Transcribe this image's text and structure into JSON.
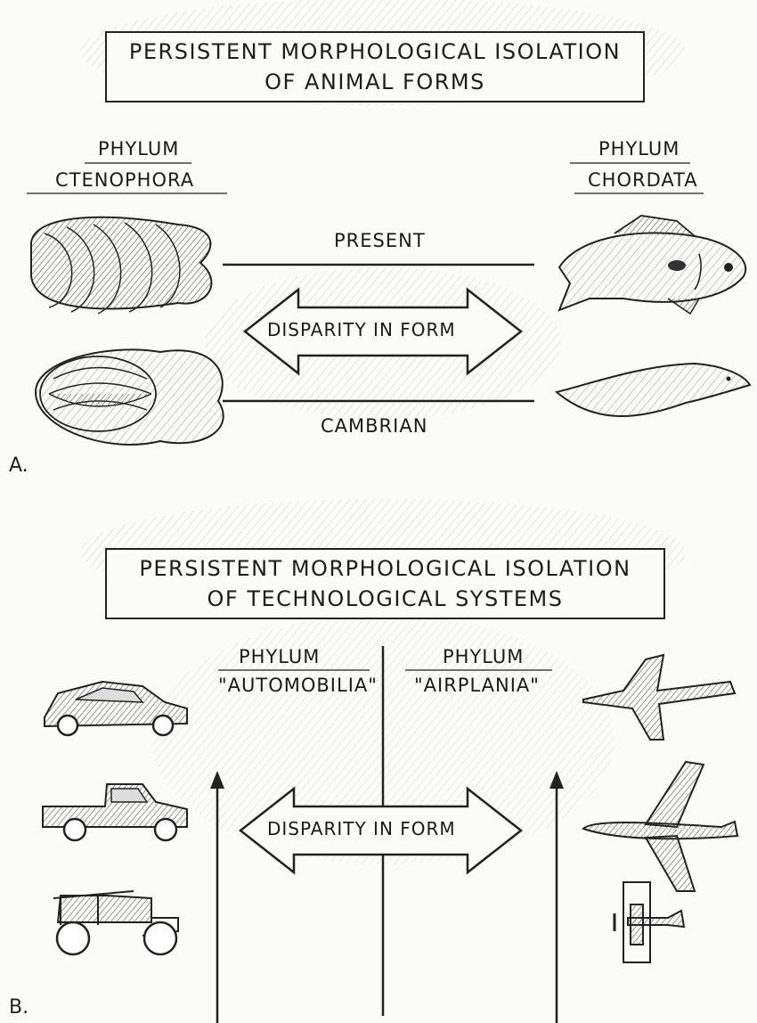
{
  "panel_a": {
    "letter": "A.",
    "title_line1": "PERSISTENT MORPHOLOGICAL ISOLATION",
    "title_line2": "OF ANIMAL FORMS",
    "left_phylum_line1": "PHYLUM",
    "left_phylum_line2": "CTENOPHORA",
    "right_phylum_line1": "PHYLUM",
    "right_phylum_line2": "CHORDATA",
    "top_label": "PRESENT",
    "bottom_label": "CAMBRIAN",
    "arrow_label": "DISPARITY IN FORM"
  },
  "panel_b": {
    "letter": "B.",
    "title_line1": "PERSISTENT MORPHOLOGICAL ISOLATION",
    "title_line2": "OF TECHNOLOGICAL SYSTEMS",
    "left_phylum_line1": "PHYLUM",
    "left_phylum_line2": "\"AUTOMOBILIA\"",
    "right_phylum_line1": "PHYLUM",
    "right_phylum_line2": "\"AIRPLANIA\"",
    "arrow_label": "DISPARITY IN FORM"
  }
}
